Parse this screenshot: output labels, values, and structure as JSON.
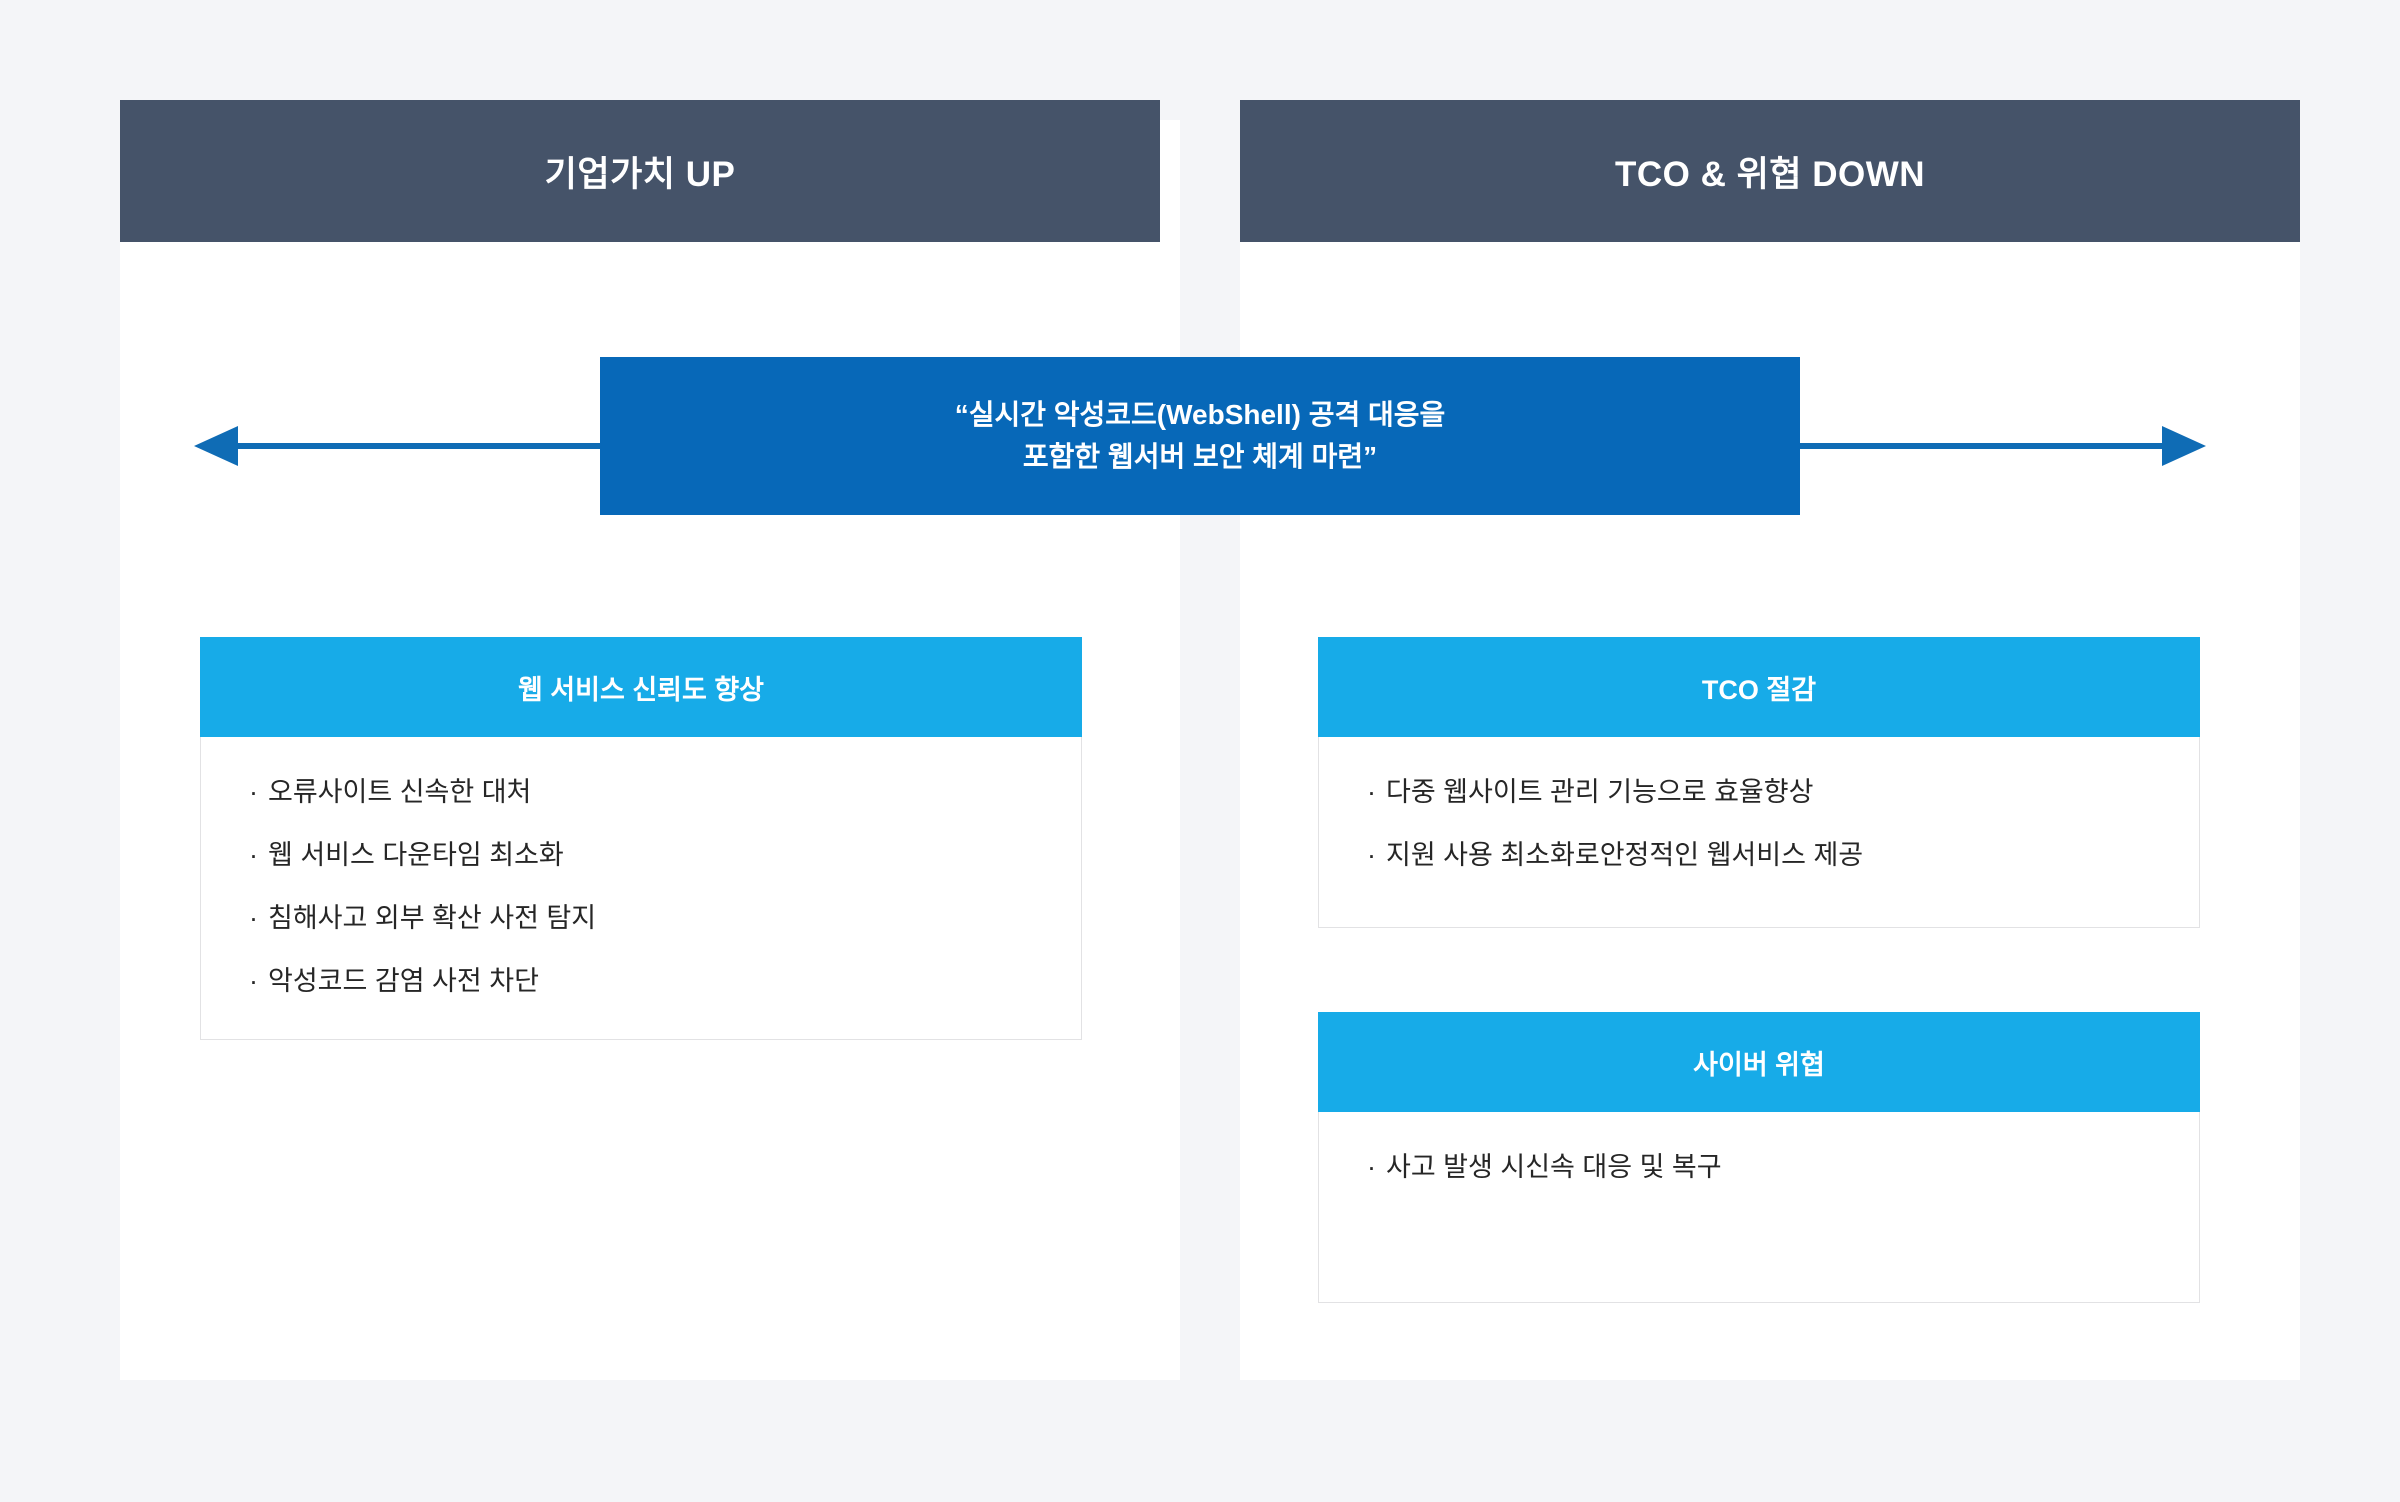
{
  "colors": {
    "background": "#f4f5f8",
    "panel": "#ffffff",
    "header_dark": "#455369",
    "banner_blue": "#0768b8",
    "card_cyan": "#17abe8",
    "arrow_blue": "#0f6cb5",
    "body_text": "#262626",
    "card_border": "#e2e2e4"
  },
  "panels": {
    "left": {
      "header": "기업가치 UP"
    },
    "right": {
      "header": "TCO & 위협 DOWN"
    }
  },
  "banner": {
    "line1": "“실시간 악성코드(WebShell) 공격 대응을",
    "line2": "포함한 웹서버 보안 체계 마련”"
  },
  "arrows": {
    "left": {
      "icon": "arrow-left-icon",
      "direction": "left"
    },
    "right": {
      "icon": "arrow-right-icon",
      "direction": "right"
    }
  },
  "cards": [
    {
      "id": "reliability",
      "title": "웹 서비스 신뢰도 향상",
      "bullet_marker": "·",
      "bullets": [
        "오류사이트 신속한 대처",
        "웹 서비스 다운타임 최소화",
        "침해사고 외부 확산 사전 탐지",
        "악성코드 감염 사전 차단"
      ]
    },
    {
      "id": "tco",
      "title": "TCO 절감",
      "bullet_marker": "·",
      "bullets": [
        "다중 웹사이트 관리 기능으로 효율향상",
        "지원 사용 최소화로안정적인 웹서비스 제공"
      ]
    },
    {
      "id": "cyber",
      "title": "사이버 위협",
      "bullet_marker": "·",
      "bullets": [
        "사고 발생 시신속 대응 및 복구"
      ]
    }
  ]
}
